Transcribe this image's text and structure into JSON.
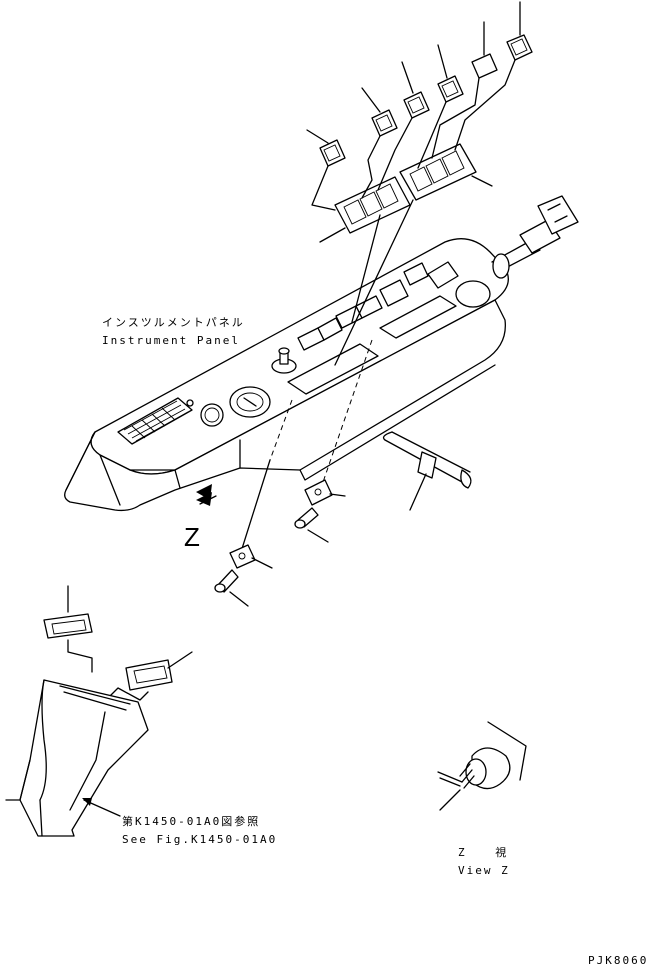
{
  "labels": {
    "panel_jp": "インスツルメントパネル",
    "panel_en": "Instrument Panel",
    "view_marker": "Z",
    "ref_jp": "第K1450-01A0図参照",
    "ref_en": "See Fig.K1450-01A0",
    "view_jp": "Z 視",
    "view_en": "View Z",
    "drawing_code": "PJK8060"
  }
}
